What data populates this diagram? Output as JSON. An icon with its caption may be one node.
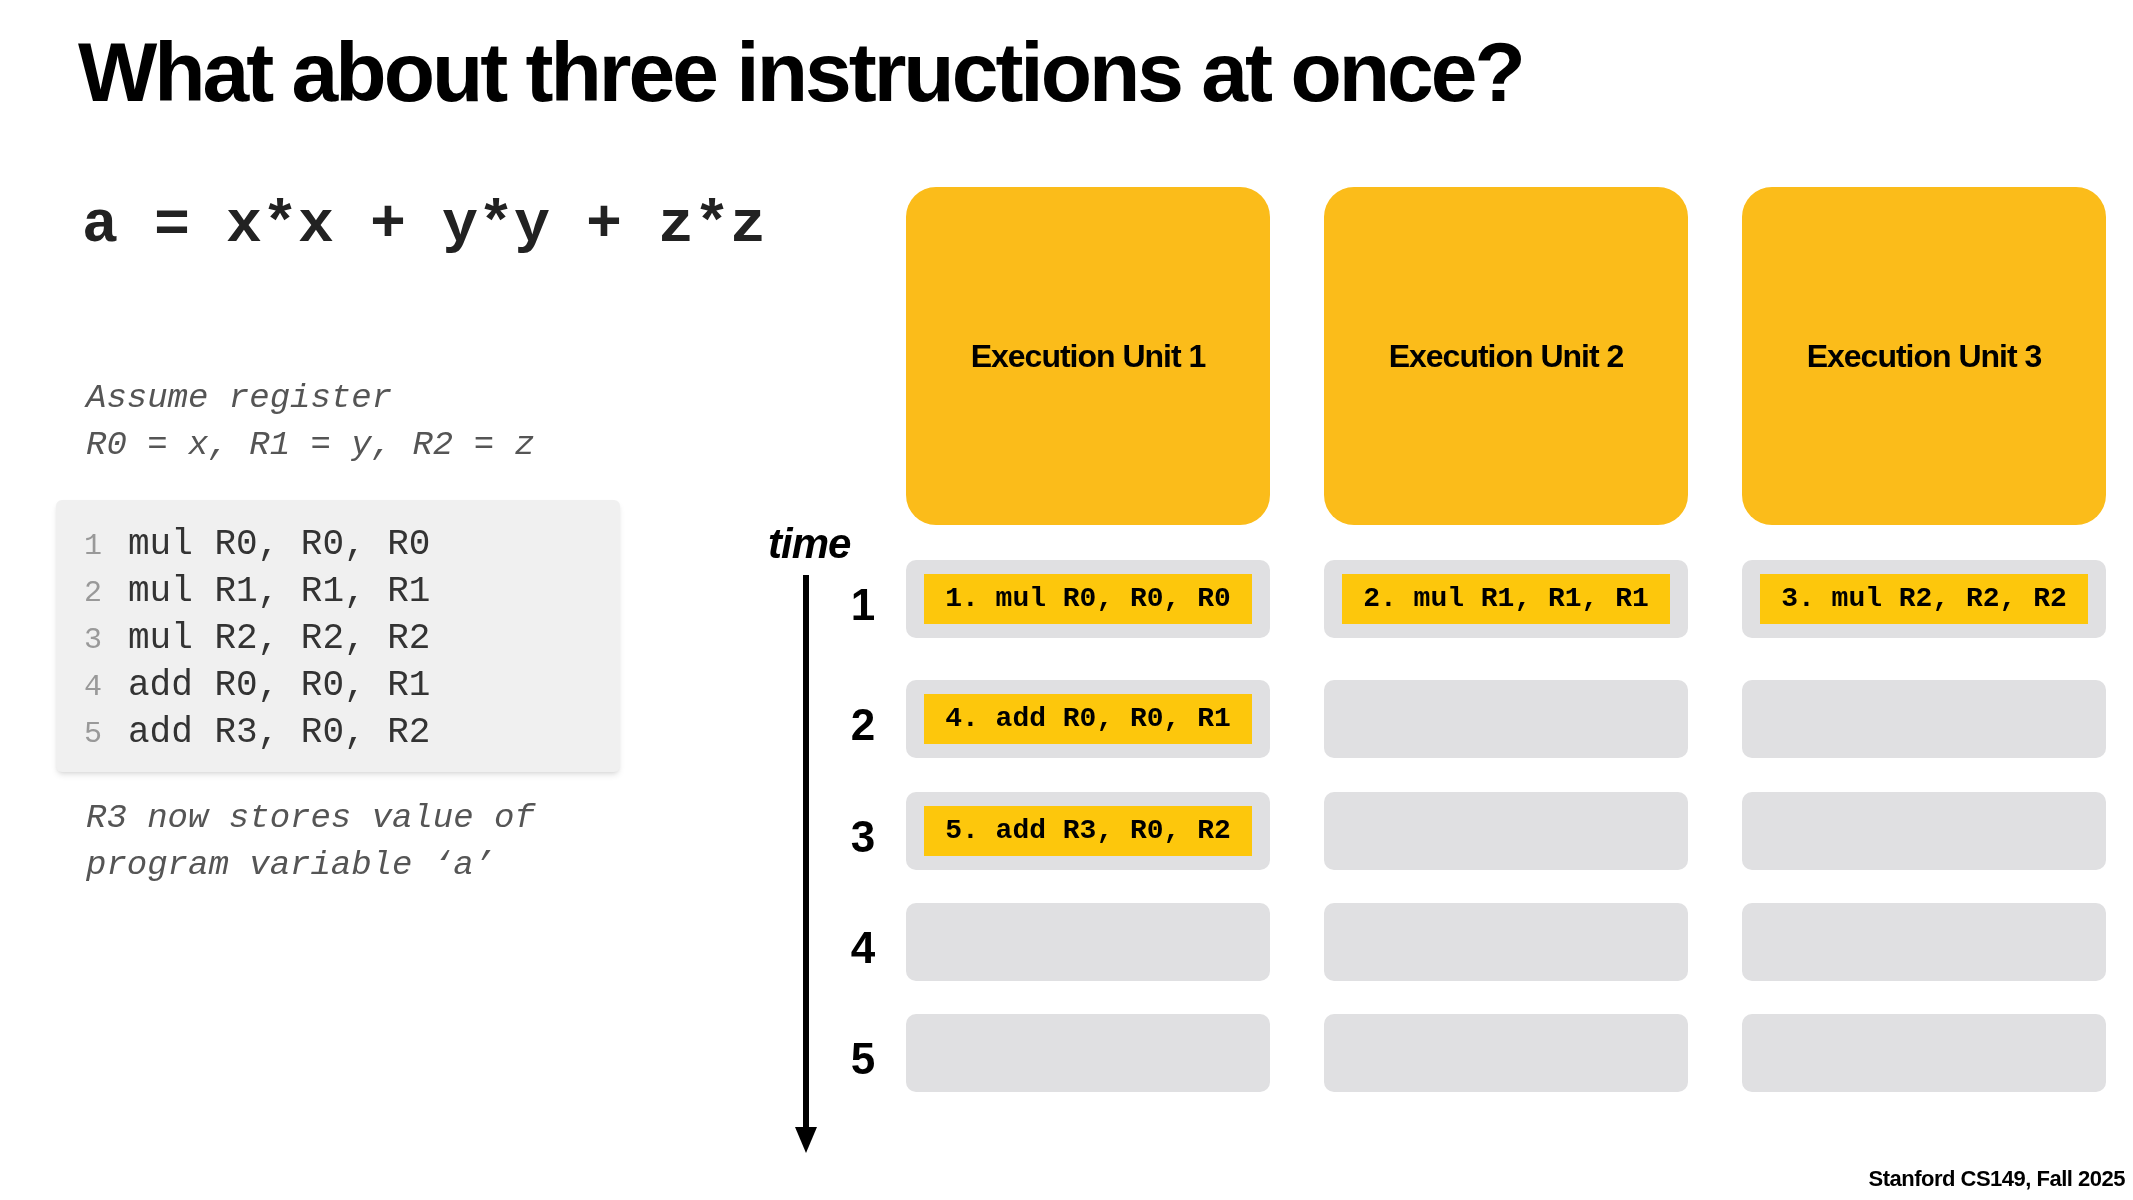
{
  "diagram": {
    "title": "What about three instructions at once?",
    "nodes": [
      {
        "text": [
          "1",
          "mul R0, R0, R0",
          "2",
          "mul R1, R1, R1",
          "3",
          "mul R2, R2, R2",
          "4",
          "add R0, R0, R1",
          "5",
          "add R3, R0, R2"
        ]
      },
      {
        "text": [
          "Execution Unit 1"
        ]
      },
      {
        "text": [
          "Execution Unit 2"
        ]
      },
      {
        "text": [
          "Execution Unit 3"
        ]
      },
      {
        "text": [],
        "shape": "box"
      },
      {
        "text": [
          "1. mul R0, R0, R0"
        ],
        "in": 4
      },
      {
        "text": [],
        "shape": "box"
      },
      {
        "text": [
          "2. mul R1, R1, R1"
        ],
        "in": 6
      },
      {
        "text": [],
        "shape": "box"
      },
      {
        "text": [
          "3. mul R2, R2, R2"
        ],
        "in": 8
      },
      {
        "text": [],
        "shape": "box"
      },
      {
        "text": [
          "4. add R0, R0, R1"
        ],
        "in": 10
      },
      {
        "text": [],
        "shape": "box"
      },
      {
        "text": [],
        "shape": "box"
      },
      {
        "text": [],
        "shape": "box"
      },
      {
        "text": [
          "5. add R3, R0, R2"
        ],
        "in": 14
      },
      {
        "text": [],
        "shape": "box"
      },
      {
        "text": [],
        "shape": "box"
      },
      {
        "text": [],
        "shape": "box"
      },
      {
        "text": [],
        "shape": "box"
      },
      {
        "text": [],
        "shape": "box"
      },
      {
        "text": [],
        "shape": "box"
      },
      {
        "text": [],
        "shape": "box"
      },
      {
        "text": [],
        "shape": "box"
      }
    ],
    "labels": [
      "a = x*x + y*y + z*z",
      "Assume register",
      "R0 = x, R1 = y, R2 = z",
      "R3 now stores value of program variable ‘a’",
      "time",
      "1",
      "2",
      "3",
      "4",
      "5",
      "Stanford CS149, Fall 2025"
    ]
  }
}
